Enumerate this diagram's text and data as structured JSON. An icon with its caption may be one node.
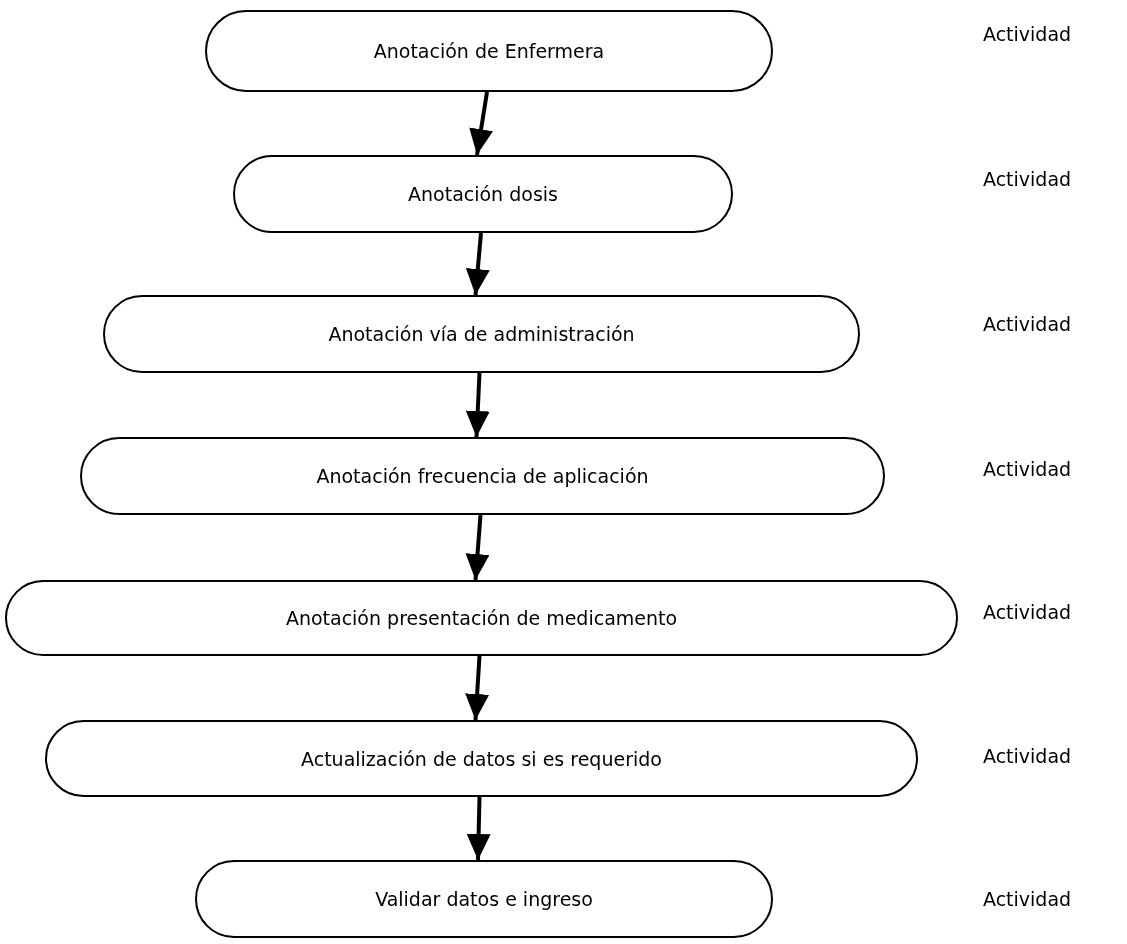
{
  "diagram": {
    "nodes": [
      {
        "text": [
          "Anotación de Enfermera"
        ]
      },
      {
        "text": [
          "Anotación dosis"
        ]
      },
      {
        "text": [
          "Anotación vía de administración"
        ]
      },
      {
        "text": [
          "Anotación frecuencia de aplicación"
        ]
      },
      {
        "text": [
          "Anotación presentación de medicamento"
        ]
      },
      {
        "text": [
          "Actualización de datos si es requerido"
        ]
      },
      {
        "text": [
          "Validar datos e ingreso"
        ]
      }
    ],
    "edges": [
      {
        "from": 0,
        "to": 1,
        "arrow": "to"
      },
      {
        "from": 1,
        "to": 2,
        "arrow": "to"
      },
      {
        "from": 2,
        "to": 3,
        "arrow": "to"
      },
      {
        "from": 3,
        "to": 4,
        "arrow": "to"
      },
      {
        "from": 4,
        "to": 5,
        "arrow": "to"
      },
      {
        "from": 5,
        "to": 6,
        "arrow": "to"
      }
    ],
    "labels": [
      "Actividad",
      "Actividad",
      "Actividad",
      "Actividad",
      "Actividad",
      "Actividad",
      "Actividad"
    ]
  }
}
